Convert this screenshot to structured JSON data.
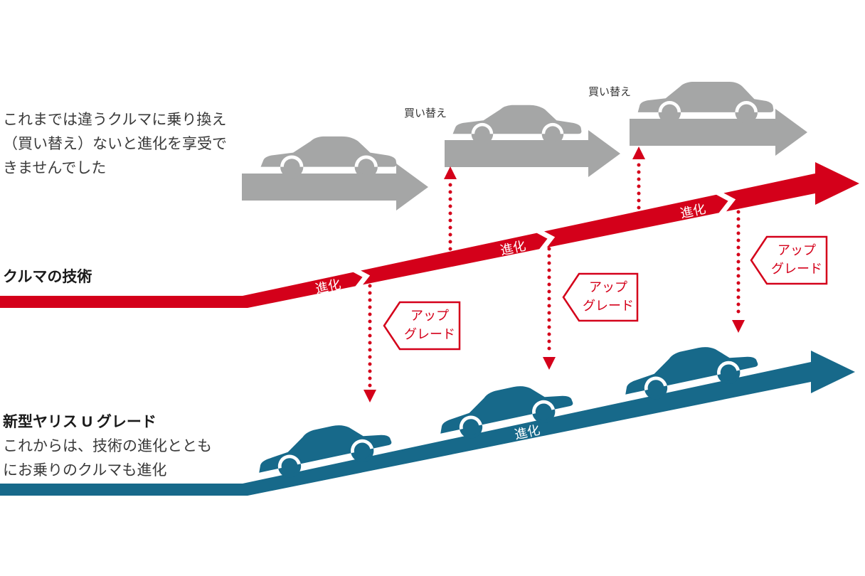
{
  "colors": {
    "red": "#d4001a",
    "teal": "#17698a",
    "gray": "#a5a6a6",
    "text": "#3a3a3a"
  },
  "top_left_note": [
    "これまでは違うクルマに乗り換え",
    "（買い替え）ないと進化を享受で",
    "きませんでした"
  ],
  "middle_title": "クルマの技術",
  "bottom_title": "新型ヤリス U グレード",
  "bottom_note": [
    "これからは、技術の進化ととも",
    "にお乗りのクルマも進化"
  ],
  "labels": {
    "replace": "買い替え",
    "evolve": "進化",
    "upgrade": [
      "アップ",
      "グレード"
    ]
  }
}
